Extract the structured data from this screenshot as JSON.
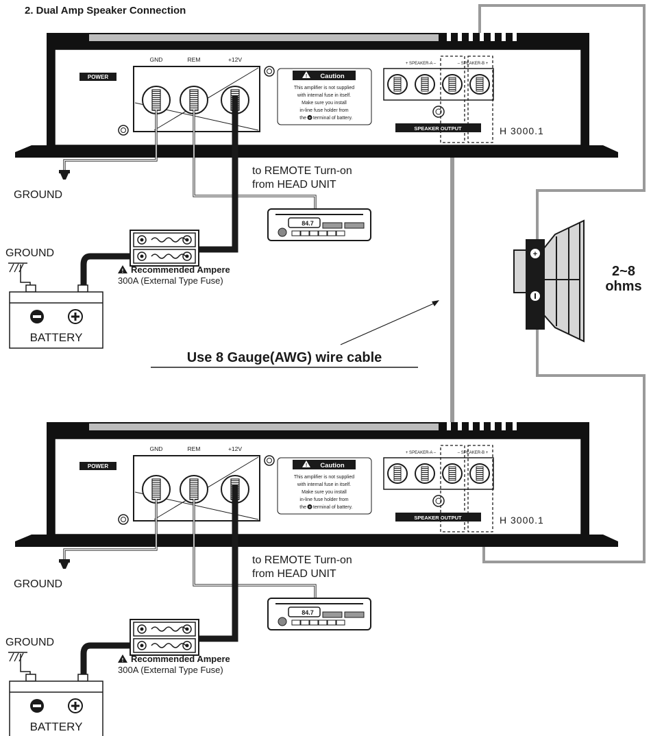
{
  "title": "2.  Dual Amp Speaker Connection",
  "wire_note": "Use 8 Gauge(AWG) wire cable",
  "impedance": {
    "line1": "2~8",
    "line2": "ohms"
  },
  "amp": {
    "power_label": "POWER",
    "terminals": [
      "GND",
      "REM",
      "+12V"
    ],
    "caution_title": "Caution",
    "caution_lines": [
      "This amplifier is not supplied",
      "with internal fuse in itself.",
      "Make sure you install",
      "in-line fuse holder from",
      "terminal of battery."
    ],
    "caution_prefix": "the",
    "speaker_a": "SPEAKER-A",
    "speaker_b": "SPEAKER-B",
    "speaker_output": "SPEAKER OUTPUT",
    "model": "H 3000.1"
  },
  "labels": {
    "ground": "GROUND",
    "battery": "BATTERY",
    "remote_line1": "to REMOTE Turn-on",
    "remote_line2": "from HEAD UNIT",
    "headunit_display": "84.7",
    "recommended": "Recommended Ampere",
    "fuse": "300A (External Type Fuse)"
  },
  "colors": {
    "ink": "#1a1a1a",
    "wire_gray": "#9a9a9a",
    "amp_body": "#111111",
    "panel": "#ffffff"
  }
}
